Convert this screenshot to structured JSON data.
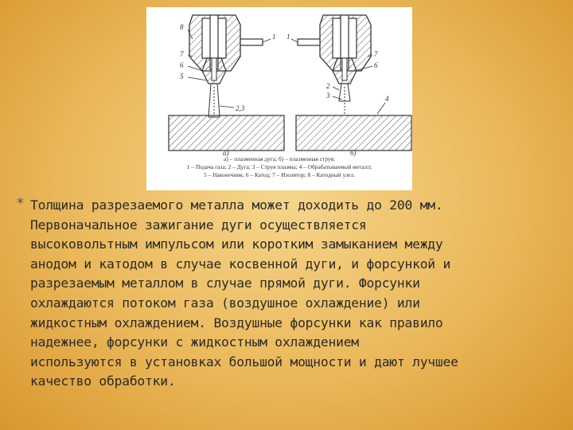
{
  "figure": {
    "labels": {
      "l1": "1",
      "l7": "7",
      "l6": "6",
      "l5": "5",
      "l3": "2,3",
      "r1": "1",
      "r7": "7",
      "r6": "6",
      "r2": "2",
      "r3": "3",
      "r4": "4"
    },
    "panel_a": "а)",
    "panel_b": "б)",
    "caption_lines": [
      "а) – плазменная дуга;              б) – плазменная струя;",
      "1 – Подача газа; 2 – Дуга; 3 – Струя плазмы; 4 – Обрабатываемый металл;",
      "5 – Наконечник; 6 – Катод; 7 – Изолятор; 8 – Катодный узел."
    ]
  },
  "text": {
    "bullet": "*",
    "lines": [
      "Толщина разрезаемого металла может доходить до 200 мм.",
      "Первоначальное зажигание дуги осуществляется",
      "высоковольтным импульсом или коротким замыканием между",
      "анодом и катодом в случае косвенной дуги, и форсункой и",
      "разрезаемым металлом в случае прямой дуги. Форсунки",
      "охлаждаются потоком газа (воздушное охлаждение) или",
      "жидкостным охлаждением. Воздушные форсунки как правило",
      "надежнее, форсунки с жидкостным охлаждением",
      "используются в установках большой мощности и дают лучшее",
      "качество обработки."
    ]
  }
}
